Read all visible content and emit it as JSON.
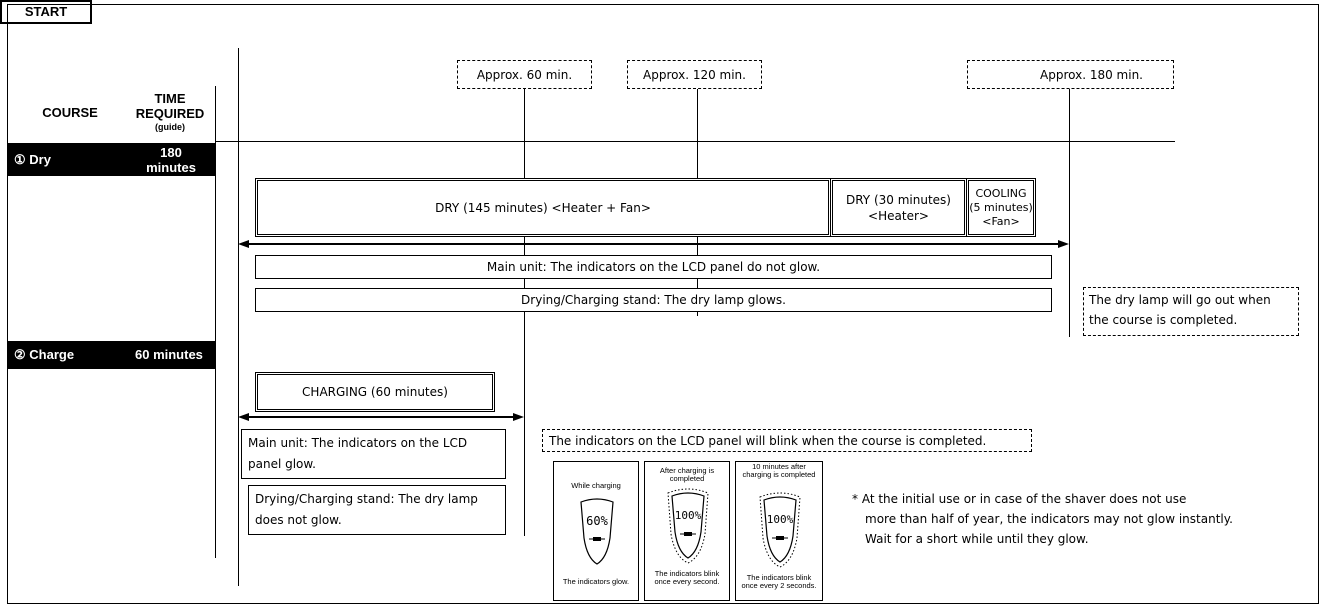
{
  "start_label": "START",
  "approx_labels": [
    "Approx. 60 min.",
    "Approx. 120 min.",
    "Approx. 180 min."
  ],
  "headers": {
    "course": "COURSE",
    "time_required": "TIME REQUIRED",
    "guide": "(guide)"
  },
  "courses": [
    {
      "name": "① Dry",
      "time": "180 minutes"
    },
    {
      "name": "② Charge",
      "time": "60 minutes"
    }
  ],
  "dry": {
    "phase1": "DRY (145 minutes) <Heater + Fan>",
    "phase2_line1": "DRY (30 minutes)",
    "phase2_line2": "<Heater>",
    "phase3_line1": "COOLING",
    "phase3_line2": "(5 minutes)",
    "phase3_line3": "<Fan>",
    "main_unit": "Main unit: The indicators on the LCD panel do not glow.",
    "stand": "Drying/Charging stand: The dry lamp glows.",
    "lamp_note": "The dry lamp will go out when the course is completed."
  },
  "charge": {
    "charging": "CHARGING (60 minutes)",
    "main_unit": "Main unit: The indicators on the LCD panel glow.",
    "stand": "Drying/Charging stand: The dry lamp does not glow.",
    "blink_note": "The indicators on the LCD panel will blink when the course is completed."
  },
  "panels": [
    {
      "top": "While charging",
      "reading": "60%",
      "bottom": "The indicators glow."
    },
    {
      "top": "After charging is completed",
      "reading": "100%",
      "bottom": "The indicators blink once every second."
    },
    {
      "top": "10 minutes after charging is completed",
      "reading": "100%",
      "bottom": "The indicators blink once every 2 seconds."
    }
  ],
  "footnote": [
    "* At the initial use or in case of the shaver does not use",
    "more than half of year, the indicators may not glow instantly.",
    "Wait for a short while until they glow."
  ]
}
